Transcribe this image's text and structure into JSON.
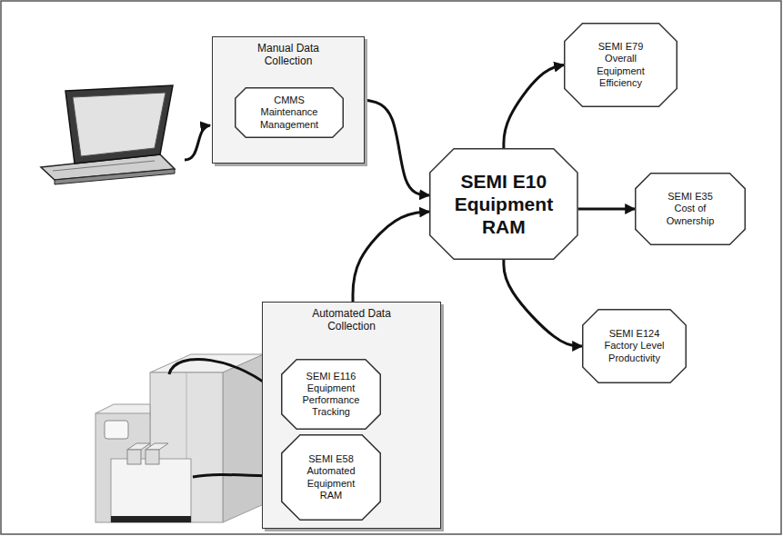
{
  "diagram": {
    "nodes": [
      {
        "text": [
          "Manual Data Collection"
        ]
      },
      {
        "text": [
          "CMMS Maintenance Management"
        ],
        "in": 0
      },
      {
        "text": [
          "SEMI E79 Overall Equipment Efficiency"
        ]
      },
      {
        "text": [
          "SEMI E10 Equipment RAM"
        ]
      },
      {
        "text": [
          "SEMI E35 Cost of Ownership"
        ]
      },
      {
        "text": [
          "SEMI E124 Factory Level Productivity"
        ]
      },
      {
        "text": [
          "Automated Data Collection"
        ]
      },
      {
        "text": [
          "SEMI E116 Equipment Performance Tracking"
        ],
        "in": 6
      },
      {
        "text": [
          "SEMI E58 Automated Equipment RAM"
        ],
        "in": 6
      }
    ],
    "edges": [
      {
        "from": 0,
        "to": 3,
        "arrow": "to"
      },
      {
        "from": 6,
        "to": 3,
        "arrow": "to"
      },
      {
        "from": 3,
        "to": 2,
        "arrow": "to"
      },
      {
        "from": 3,
        "to": 4,
        "arrow": "to"
      },
      {
        "from": 3,
        "to": 5,
        "arrow": "to"
      }
    ]
  }
}
